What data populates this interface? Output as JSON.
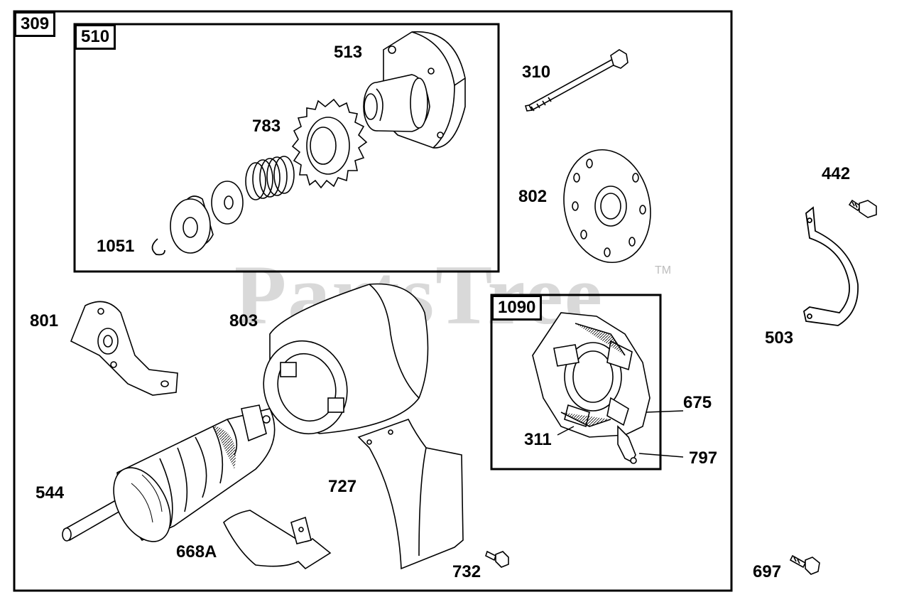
{
  "watermark": {
    "text": "PartsTree",
    "tm": "TM"
  },
  "groups": {
    "outer": "309",
    "starter_drive": "510",
    "brush_assembly": "1090"
  },
  "callouts": {
    "p513": "513",
    "p783": "783",
    "p1051": "1051",
    "p310": "310",
    "p802": "802",
    "p442": "442",
    "p503": "503",
    "p801": "801",
    "p803": "803",
    "p675": "675",
    "p311": "311",
    "p797": "797",
    "p544": "544",
    "p727": "727",
    "p668A": "668A",
    "p732": "732",
    "p697": "697"
  }
}
